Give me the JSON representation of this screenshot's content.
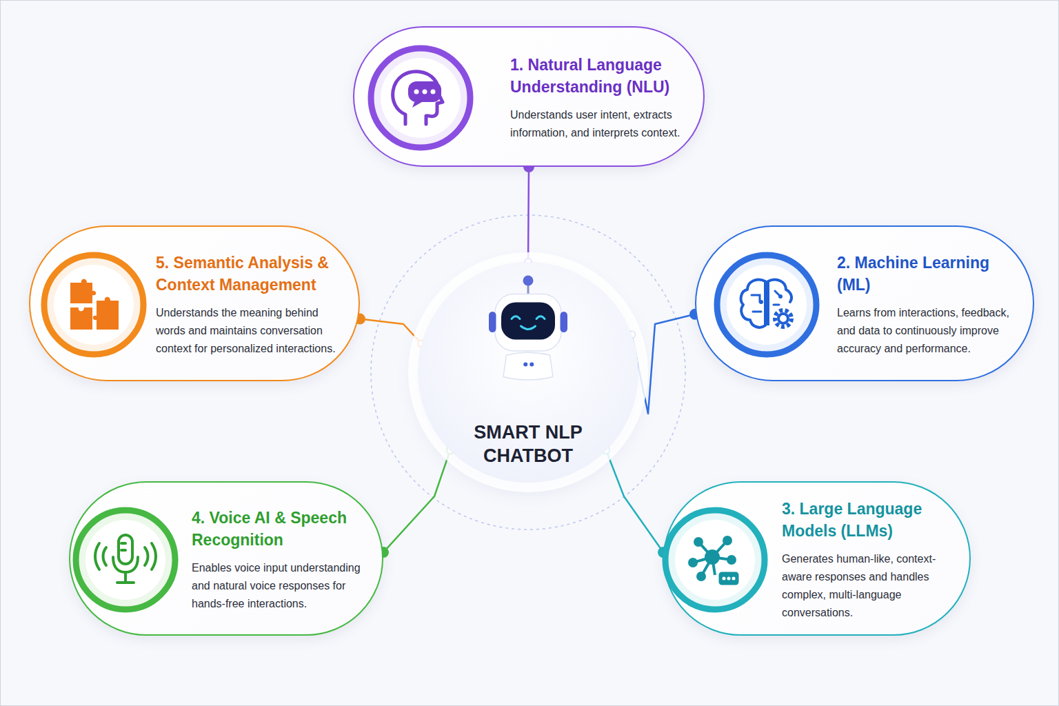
{
  "diagram": {
    "nodes": [
      {
        "text": [
          "SMART NLP CHATBOT"
        ]
      },
      {
        "text": [
          "1. Natural Language Understanding (NLU)",
          "Understands user intent, extracts information, and interprets context."
        ]
      },
      {
        "text": [
          "2. Machine Learning (ML)",
          "Learns from interactions, feedback, and data to continuously improve accuracy and performance."
        ]
      },
      {
        "text": [
          "3. Large Language Models (LLMs)",
          "Generates human-like, context-aware responses and handles complex, multi-language conversations."
        ]
      },
      {
        "text": [
          "4. Voice AI & Speech Recognition",
          "Enables voice input understanding and natural voice responses for hands-free interactions."
        ]
      },
      {
        "text": [
          "5. Semantic Analysis & Context Management",
          "Understands the meaning behind words and maintains conversation context for personalized interactions."
        ]
      }
    ],
    "edges": [
      {
        "from": 0,
        "to": 1,
        "arrow": "none"
      },
      {
        "from": 0,
        "to": 2,
        "arrow": "none"
      },
      {
        "from": 0,
        "to": 3,
        "arrow": "none"
      },
      {
        "from": 0,
        "to": 4,
        "arrow": "none"
      },
      {
        "from": 0,
        "to": 5,
        "arrow": "none"
      }
    ]
  }
}
